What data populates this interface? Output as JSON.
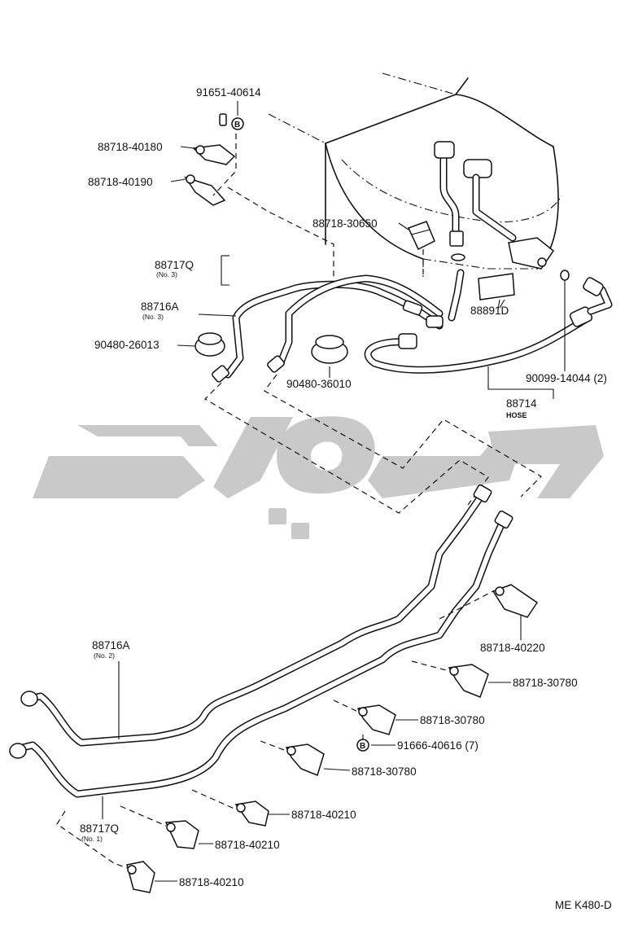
{
  "labels": {
    "p91651": "91651-40614",
    "p88718_40180": "88718-40180",
    "p88718_40190": "88718-40190",
    "p88718_30650": "88718-30650",
    "p88717q_top": "88717Q",
    "p88717q_top_sub": "(No. 3)",
    "p88716a_top": "88716A",
    "p88716a_top_sub": "(No. 3)",
    "p90480_26013": "90480-26013",
    "p90480_36010": "90480-36010",
    "p88891d": "88891D",
    "p90099": "90099-14044 (2)",
    "p88714": "88714",
    "p88714_sub": "HOSE",
    "p88718_40220": "88718-40220",
    "p88716a_mid": "88716A",
    "p88716a_mid_sub": "(No. 2)",
    "p88718_30780_a": "88718-30780",
    "p88718_30780_b": "88718-30780",
    "p91666": "91666-40616 (7)",
    "p88718_30780_c": "88718-30780",
    "p88718_40210_a": "88718-40210",
    "p88717q_bot": "88717Q",
    "p88717q_bot_sub": "(No. 1)",
    "p88718_40210_b": "88718-40210",
    "p88718_40210_c": "88718-40210",
    "bolt_mark": "B",
    "code": "ME K480-D"
  },
  "icons": {
    "watermark": "watermark-logo",
    "bolt_symbol": "circle-b-icon"
  }
}
